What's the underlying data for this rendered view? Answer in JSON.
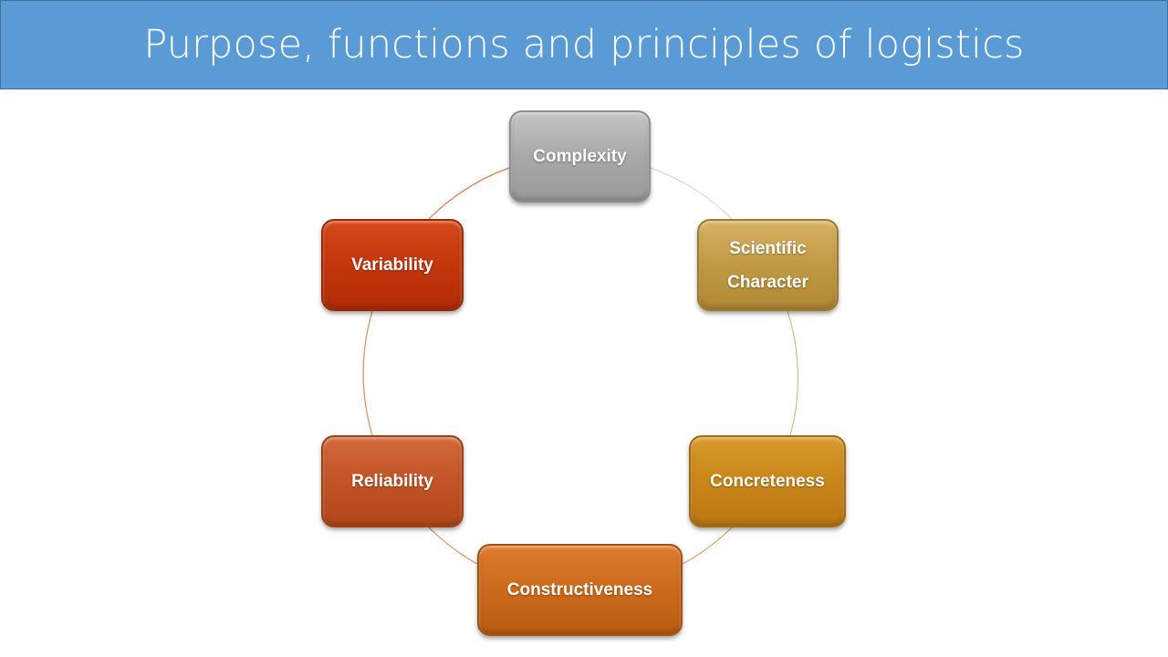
{
  "slide": {
    "title": "Purpose, functions and principles of logistics"
  },
  "diagram": {
    "type": "cycle",
    "nodes": [
      {
        "label": "Complexity",
        "color": "#a8a8a8"
      },
      {
        "label_lines": [
          "Scientific",
          "Character"
        ],
        "color": "#c19a45"
      },
      {
        "label": "Concreteness",
        "color": "#c9861a"
      },
      {
        "label": "Constructiveness",
        "color": "#cc6a1c"
      },
      {
        "label": "Reliability",
        "color": "#c25426"
      },
      {
        "label": "Variability",
        "color": "#c4360c"
      }
    ],
    "connector_colors": [
      "#d9d9d9",
      "#d8b98a",
      "#d8a35e",
      "#d89060",
      "#d88a66",
      "#d87a52"
    ]
  },
  "colors": {
    "title_bar": "#5b9bd5",
    "title_text": "#ffffff",
    "node_text": "#ffffff"
  }
}
